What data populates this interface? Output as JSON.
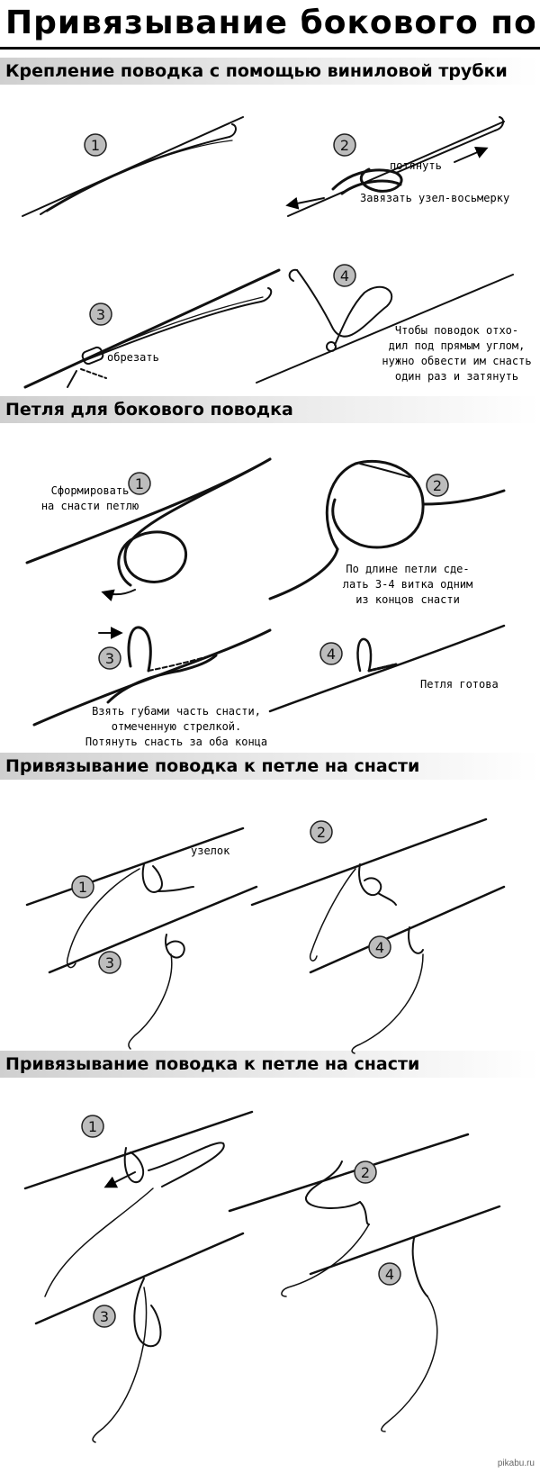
{
  "title": "Привязывание бокового поводка",
  "sections": [
    {
      "heading": "Крепление поводка с помощью виниловой трубки"
    },
    {
      "heading": "Петля для бокового поводка"
    },
    {
      "heading": "Привязывание поводка к петле на снасти"
    },
    {
      "heading": "Привязывание поводка к петле на снасти"
    }
  ],
  "step_numbers": [
    "1",
    "2",
    "3",
    "4"
  ],
  "captions": {
    "s1_pull": "потянуть",
    "s1_figure8": "Завязать узел-восьмерку",
    "s1_cut": "обрезать",
    "s1_angle": [
      "Чтобы поводок отхо-",
      "дил под прямым углом,",
      "нужно обвести им снасть",
      "один раз и затянуть"
    ],
    "s2_form": [
      "Сформировать",
      "на снасти петлю"
    ],
    "s2_turns": [
      "По длине петли сде-",
      "лать 3-4 витка одним",
      "из концов снасти"
    ],
    "s2_grip": [
      "Взять губами часть снасти,",
      "отмеченную стрелкой.",
      "Потянуть снасть за оба конца"
    ],
    "s2_ready": "Петля готова",
    "s3_knot": "узелок"
  },
  "watermark": "pikabu.ru"
}
